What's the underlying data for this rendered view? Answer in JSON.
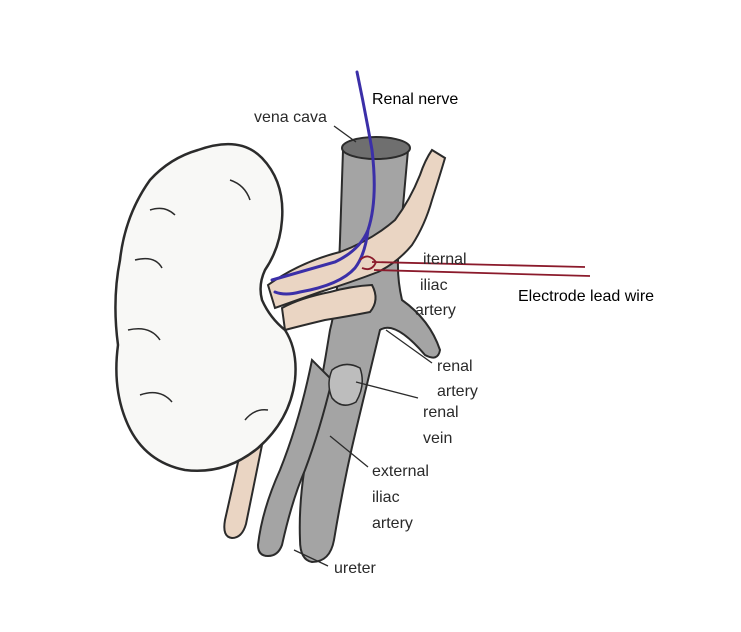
{
  "labels": {
    "renal_nerve": "Renal nerve",
    "vena_cava": "vena cava",
    "internal_iliac": [
      "iternal",
      "iliac",
      "artery"
    ],
    "electrode": "Electrode lead wire",
    "renal_artery": [
      "renal",
      "artery"
    ],
    "renal_vein": [
      "renal",
      "vein"
    ],
    "external_iliac": [
      "external",
      "iliac",
      "artery"
    ],
    "ureter": "ureter"
  },
  "colors": {
    "nerve": "#3b2fa8",
    "electrode": "#8b1a2b",
    "vessel_gray": "#a4a4a4",
    "artery_tan": "#ead5c3",
    "kidney_fill": "#f8f8f6",
    "outline": "#2b2b2b"
  }
}
